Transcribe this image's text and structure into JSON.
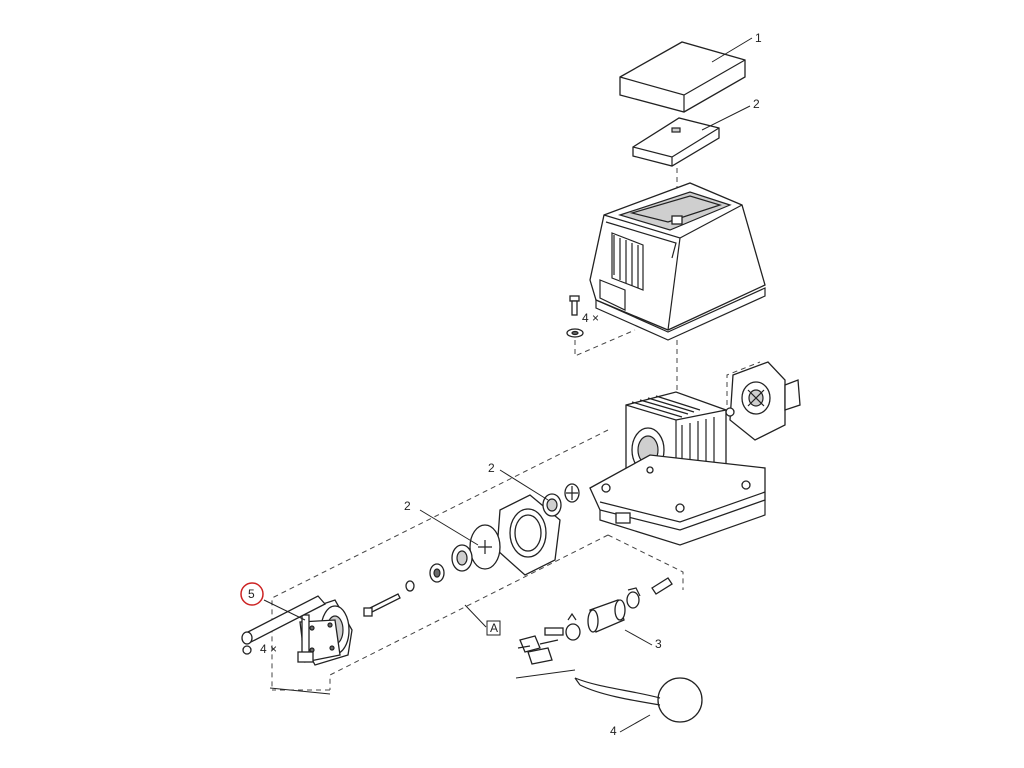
{
  "callouts": {
    "c1": "1",
    "c2_top": "2",
    "c2_mid": "2",
    "c2_left": "2",
    "c3": "3",
    "c4": "4",
    "c5": "5",
    "qty_top": "4 ×",
    "qty_left": "4 ×",
    "box_a": "A"
  },
  "highlight_color": "#cc2222"
}
